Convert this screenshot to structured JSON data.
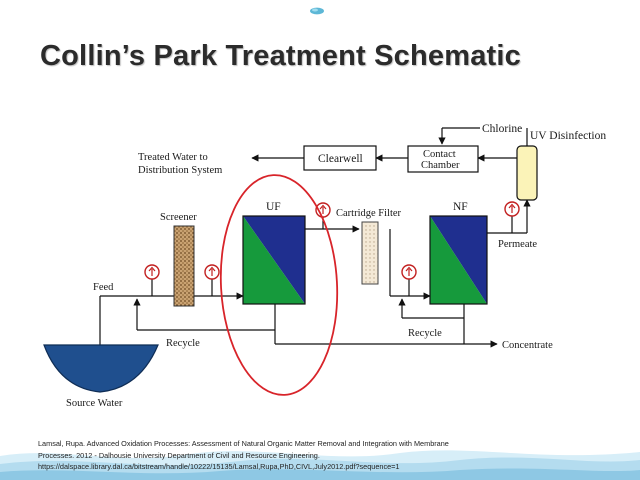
{
  "title": "Collin’s Park Treatment Schematic",
  "diagram": {
    "labels": {
      "chlorine": "Chlorine",
      "uv": "UV Disinfection",
      "treated_line1": "Treated Water to",
      "treated_line2": "Distribution System",
      "clearwell": "Clearwell",
      "contact_line1": "Contact",
      "contact_line2": "Chamber",
      "screener": "Screener",
      "uf": "UF",
      "cartridge": "Cartridge Filter",
      "nf": "NF",
      "permeate": "Permeate",
      "feed": "Feed",
      "recycle_left": "Recycle",
      "recycle_right": "Recycle",
      "concentrate": "Concentrate",
      "source": "Source Water"
    },
    "colors": {
      "membrane_blue": "#1f2f8f",
      "membrane_green": "#169a3c",
      "highlight": "#d8242a",
      "uv_fill": "#fbf3b8",
      "basin": "#1f4f8e",
      "screener": "#b98c5a"
    }
  },
  "citation": {
    "line1": "Lamsal, Rupa. Advanced Oxidation Processes: Assessment of Natural Organic Matter Removal and Integration with Membrane",
    "line2": "Processes. 2012 - Dalhousie University Department of Civil and Resource Engineering.",
    "line3": "https://dalspace.library.dal.ca/bitstream/handle/10222/15135/Lamsal,Rupa,PhD,CIVL,July2012.pdf?sequence=1"
  }
}
